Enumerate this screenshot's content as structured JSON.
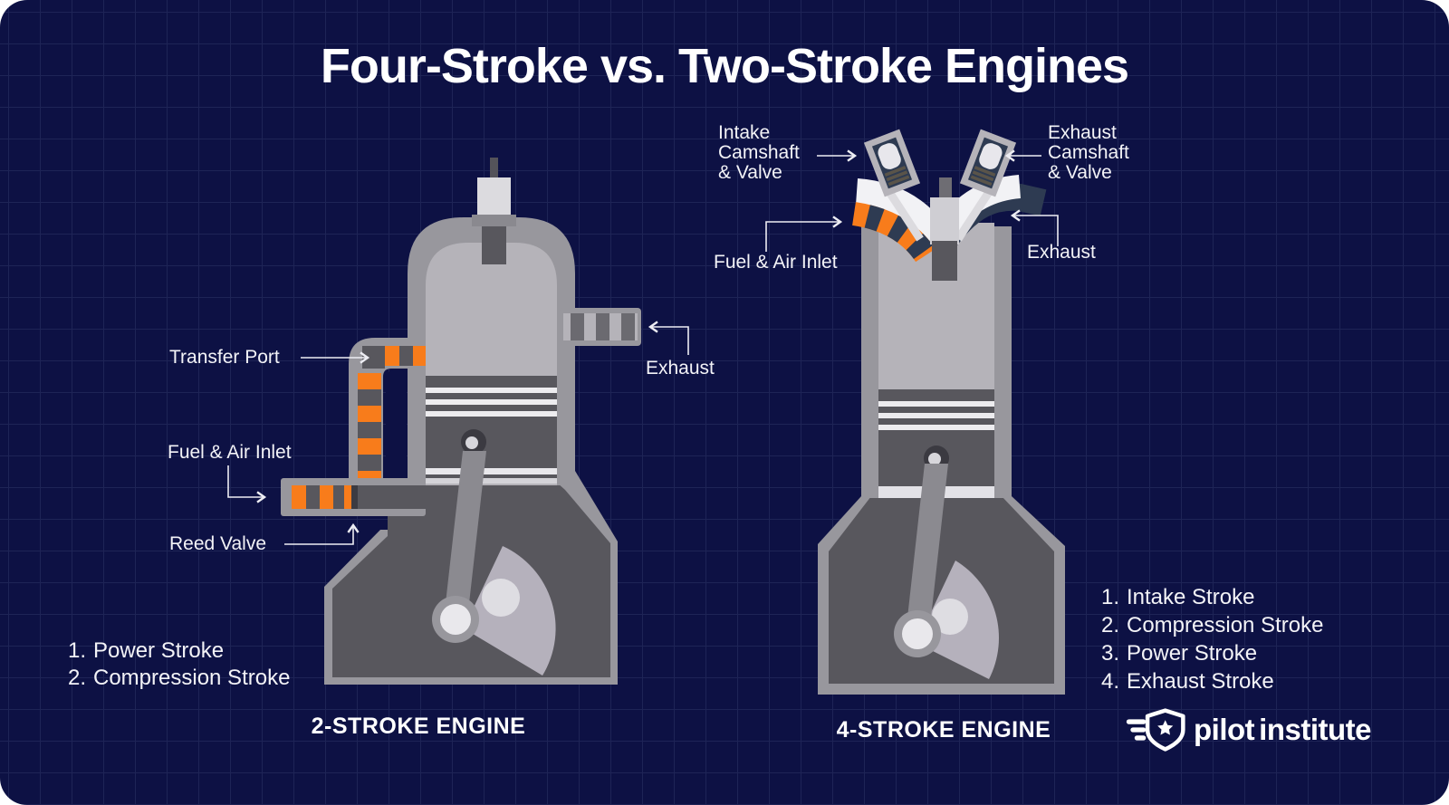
{
  "title": "Four-Stroke vs. Two-Stroke Engines",
  "palette": {
    "background": "#0D1144",
    "grid_line": "#1E2456",
    "text": "#F3F3F7",
    "orange": "#F87C1B",
    "steel_navy": "#2E3B52",
    "body_gray": "#98979D",
    "light_gray": "#B5B3B9",
    "pale_gray": "#DCDBDF",
    "dark_gray": "#58575D",
    "crank_light": "#E9E8EC"
  },
  "two_stroke": {
    "caption": "2-STROKE ENGINE",
    "labels": {
      "transfer_port": "Transfer Port",
      "fuel_air_inlet": "Fuel & Air Inlet",
      "reed_valve": "Reed Valve",
      "exhaust": "Exhaust"
    },
    "strokes": [
      {
        "num": "1.",
        "label": "Power Stroke"
      },
      {
        "num": "2.",
        "label": "Compression Stroke"
      }
    ]
  },
  "four_stroke": {
    "caption": "4-STROKE ENGINE",
    "labels": {
      "intake_camshaft": "Intake Camshaft & Valve",
      "exhaust_camshaft": "Exhaust Camshaft & Valve",
      "fuel_air_inlet": "Fuel & Air Inlet",
      "exhaust": "Exhaust"
    },
    "strokes": [
      {
        "num": "1.",
        "label": "Intake Stroke"
      },
      {
        "num": "2.",
        "label": "Compression Stroke"
      },
      {
        "num": "3.",
        "label": "Power Stroke"
      },
      {
        "num": "4.",
        "label": "Exhaust Stroke"
      }
    ]
  },
  "logo": {
    "text_primary": "pilot",
    "text_secondary": "institute",
    "icon": "winged-shield-star-icon"
  }
}
